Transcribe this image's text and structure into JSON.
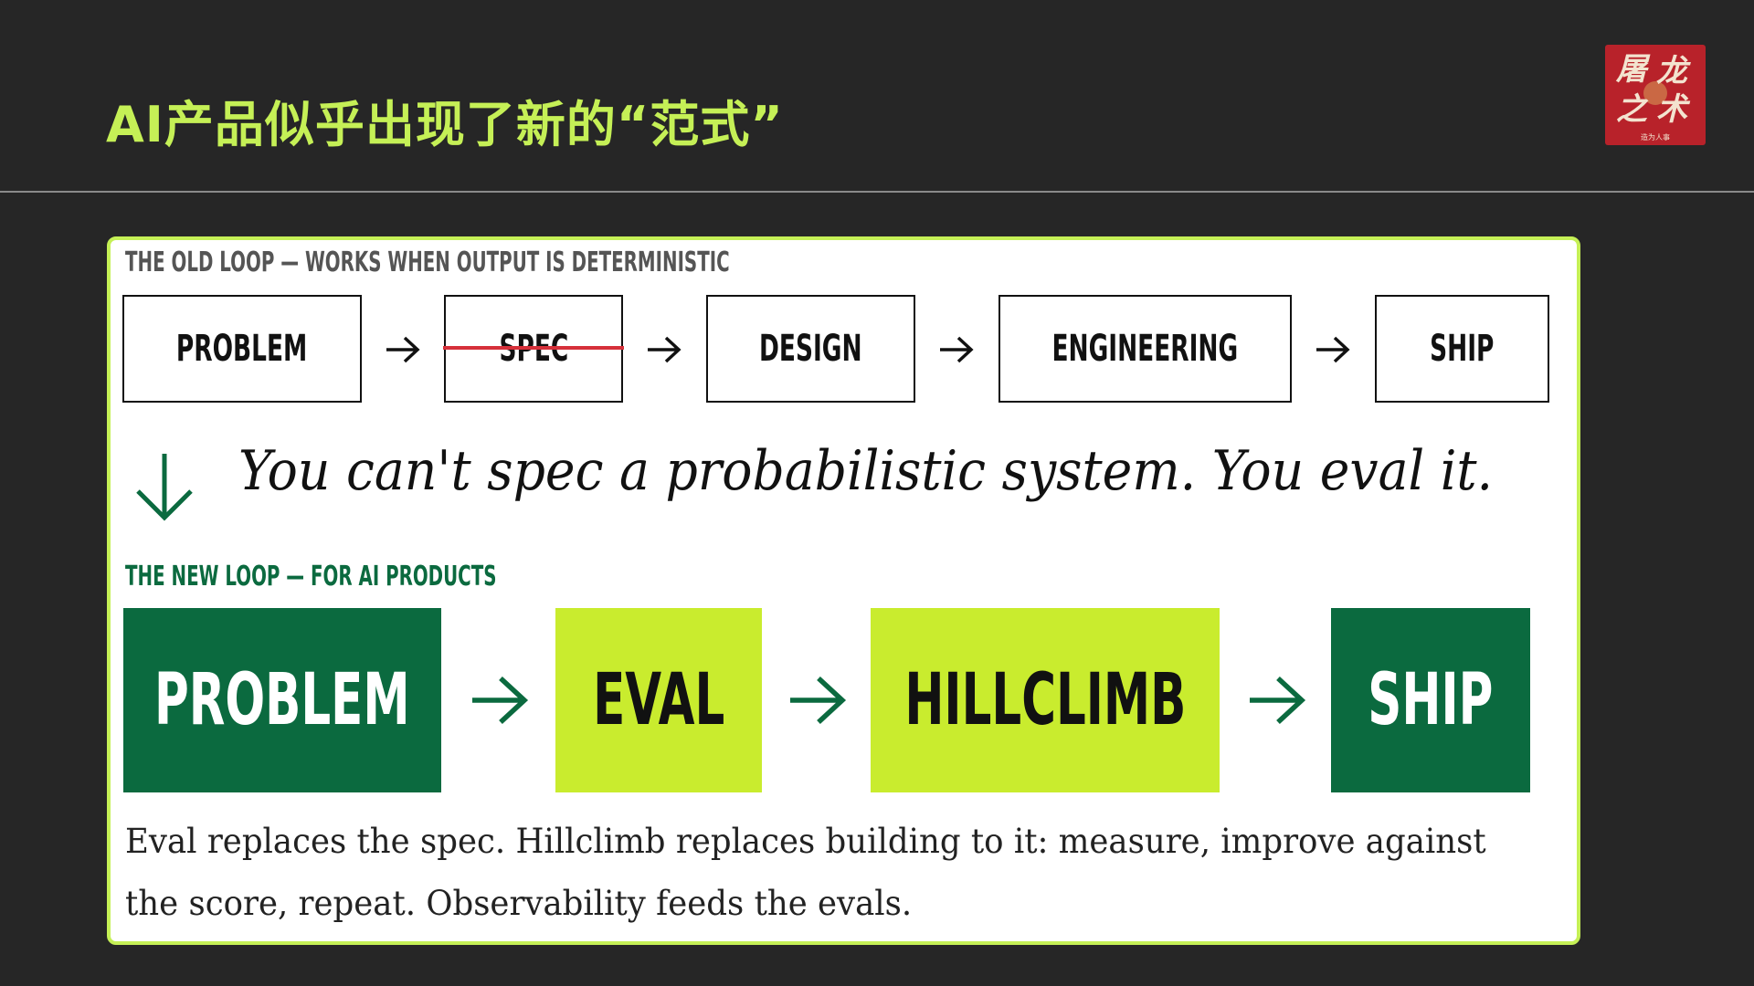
{
  "slide": {
    "title": "AI产品似乎出现了新的“范式”"
  },
  "logo": {
    "glyphs": [
      "屠",
      "龙",
      "之",
      "术"
    ],
    "caption": "造为人事"
  },
  "old_loop": {
    "label": "THE OLD LOOP — WORKS WHEN OUTPUT IS DETERMINISTIC",
    "steps": [
      "PROBLEM",
      "SPEC",
      "DESIGN",
      "ENGINEERING",
      "SHIP"
    ],
    "struck_step": "SPEC"
  },
  "quote": "You can't spec a probabilistic system. You eval it.",
  "new_loop": {
    "label": "THE NEW LOOP — FOR AI PRODUCTS",
    "steps": [
      "PROBLEM",
      "EVAL",
      "HILLCLIMB",
      "SHIP"
    ]
  },
  "body": "Eval replaces the spec. Hillclimb replaces building to it: measure, improve against the score, repeat. Observability feeds the evals.",
  "colors": {
    "background": "#262626",
    "title": "#c5f056",
    "card_border": "#c5f056",
    "dark_green": "#0b6a3f",
    "lime": "#c9ec2e",
    "strike": "#d6303a"
  },
  "icons": [
    "right-arrow-icon",
    "down-arrow-icon"
  ]
}
